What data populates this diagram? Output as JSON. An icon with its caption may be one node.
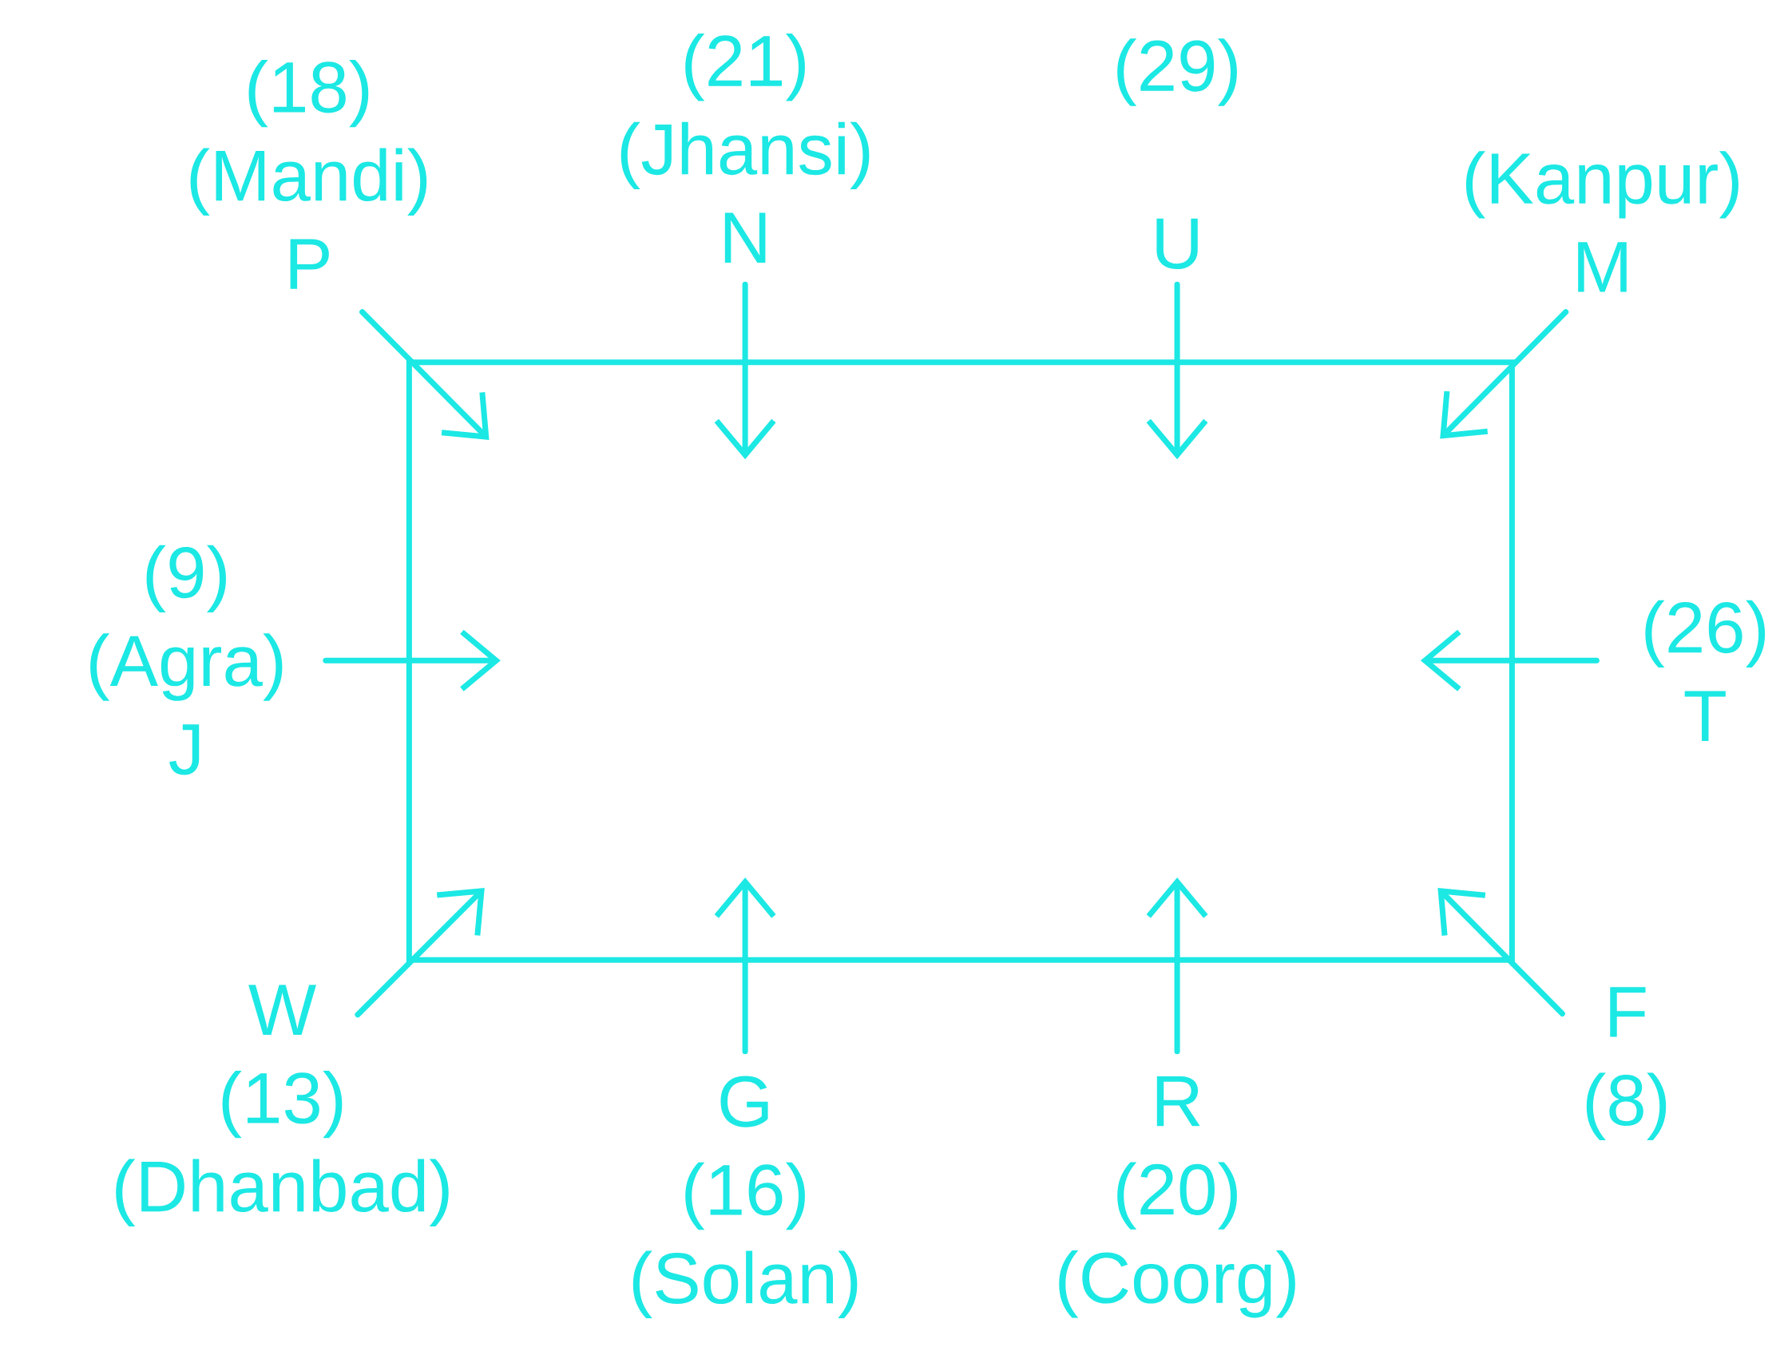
{
  "diagram": {
    "nodes": [
      {
        "text": [
          "(18)",
          "(Mandi)",
          "P"
        ]
      },
      {
        "text": [
          "(21)",
          "(Jhansi)",
          "N"
        ]
      },
      {
        "text": [
          "(29)",
          "U"
        ]
      },
      {
        "text": [
          "(Kanpur)",
          "M"
        ]
      },
      {
        "text": [
          "(9)",
          "(Agra)",
          "J"
        ]
      },
      {
        "text": [
          "(26)",
          "T"
        ]
      },
      {
        "text": [
          "W",
          "(13)",
          "(Dhanbad)"
        ]
      },
      {
        "text": [
          "G",
          "(16)",
          "(Solan)"
        ]
      },
      {
        "text": [
          "R",
          "(20)",
          "(Coorg)"
        ]
      },
      {
        "text": [
          "F",
          "(8)"
        ]
      },
      {
        "text": [],
        "shape": "box"
      }
    ],
    "edges": [
      {
        "from": 0,
        "to": 10,
        "arrow": "to"
      },
      {
        "from": 1,
        "to": 10,
        "arrow": "to"
      },
      {
        "from": 2,
        "to": 10,
        "arrow": "to"
      },
      {
        "from": 3,
        "to": 10,
        "arrow": "to"
      },
      {
        "from": 4,
        "to": 10,
        "arrow": "to"
      },
      {
        "from": 5,
        "to": 10,
        "arrow": "to"
      },
      {
        "from": 6,
        "to": 10,
        "arrow": "to"
      },
      {
        "from": 7,
        "to": 10,
        "arrow": "to"
      },
      {
        "from": 8,
        "to": 10,
        "arrow": "to"
      },
      {
        "from": 9,
        "to": 10,
        "arrow": "to"
      }
    ]
  }
}
